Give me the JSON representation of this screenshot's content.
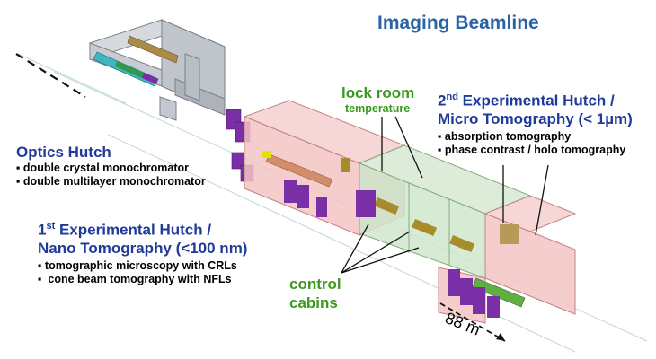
{
  "title": "Imaging Beamline",
  "optics_hutch": {
    "heading": "Optics Hutch",
    "items": [
      "double crystal monochromator",
      "double multilayer monochromator"
    ]
  },
  "hutch1": {
    "line1_num": "1",
    "line1_sup": "st",
    "line1_rest": " Experimental Hutch /",
    "line2": "Nano Tomography (<100 nm)",
    "items": [
      "tomographic microscopy with CRLs",
      "cone beam tomography with NFLs"
    ]
  },
  "hutch2": {
    "line1_num": "2",
    "line1_sup": "nd",
    "line1_rest": " Experimental Hutch /",
    "line2": "Micro Tomography (< 1µm)",
    "items": [
      "absorption tomography",
      "phase contrast / holo tomography"
    ]
  },
  "lock_room": {
    "label": "lock room",
    "sub": "temperature"
  },
  "control_cabins": {
    "line1": "control",
    "line2": "cabins"
  },
  "distance": "88 m",
  "bullet": "▪",
  "colors": {
    "title": "#2a63a6",
    "heading_blue": "#1f3b9a",
    "label_green": "#3a9a1e",
    "hutch_pink": "#f3c4c4",
    "lock_green": "#cfe6cc",
    "optics_gray": "#c9cdd4",
    "purple": "#7a2fa6"
  }
}
